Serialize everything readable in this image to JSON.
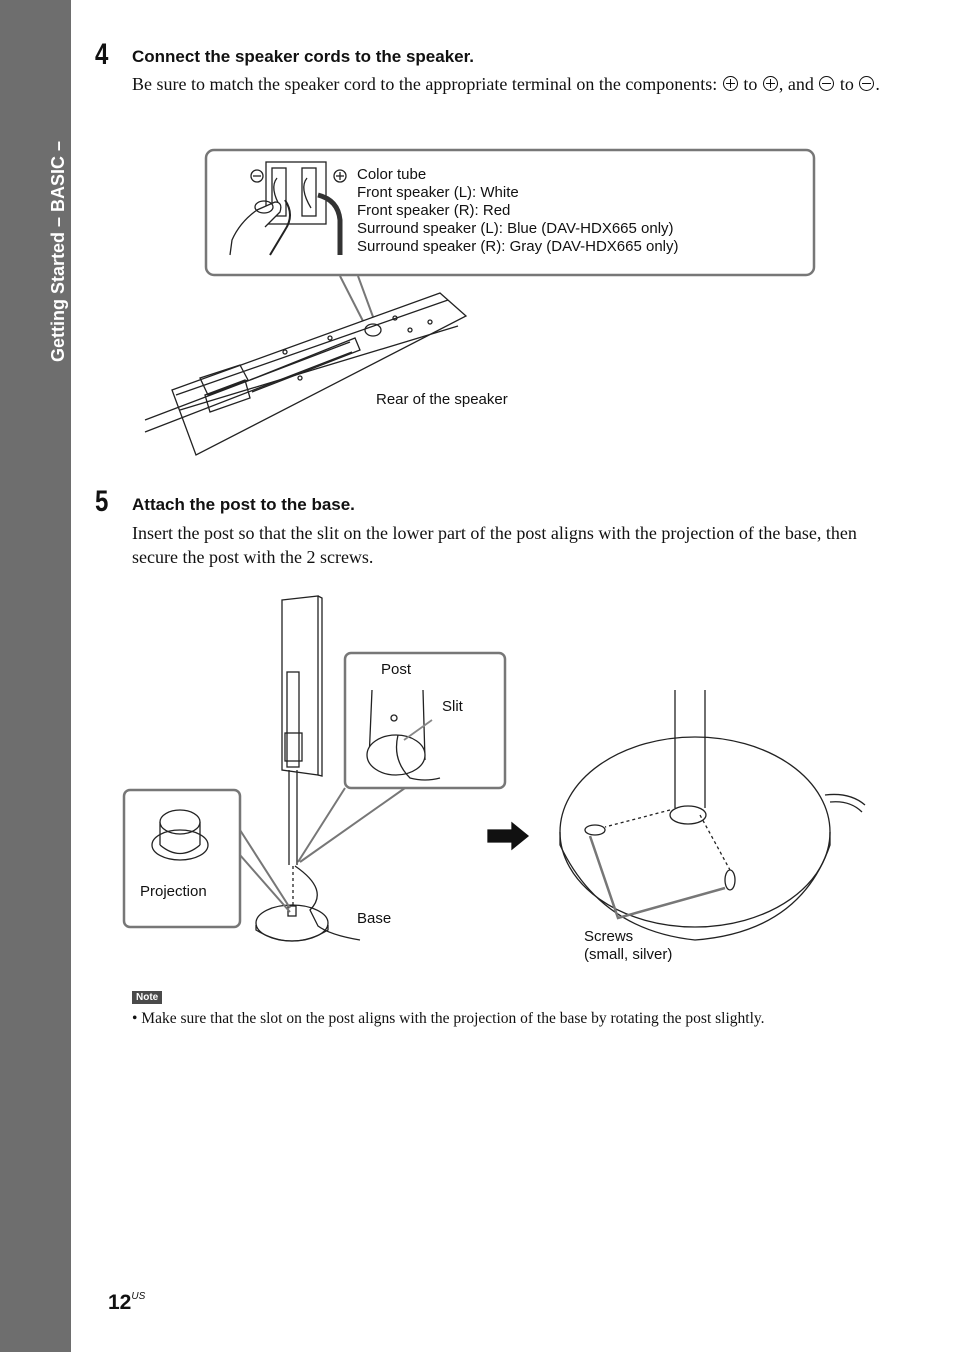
{
  "sidebar": {
    "section_label": "Getting Started – BASIC –"
  },
  "step4": {
    "number": "4",
    "title": "Connect the speaker cords to the speaker.",
    "text_before": "Be sure to match the speaker cord to the appropriate terminal on the components:",
    "text_to1": "to",
    "text_and": ", and",
    "text_to2": "to",
    "text_end": ".",
    "figure": {
      "callout_lines": [
        "Color tube",
        "Front speaker (L): White",
        "Front speaker (R): Red",
        "Surround speaker (L): Blue (DAV-HDX665 only)",
        "Surround speaker (R): Gray (DAV-HDX665 only)"
      ],
      "rear_label": "Rear of the speaker"
    }
  },
  "step5": {
    "number": "5",
    "title": "Attach the post to the base.",
    "text": "Insert the post so that the slit on the lower part of the post aligns with the projection of the base, then secure the post with the 2 screws.",
    "figure": {
      "post_label": "Post",
      "slit_label": "Slit",
      "projection_label": "Projection",
      "base_label": "Base",
      "screws_label_line1": "Screws",
      "screws_label_line2": "(small, silver)"
    }
  },
  "note": {
    "badge": "Note",
    "text": "• Make sure that the slot on the post aligns with the projection of the base by rotating the post slightly."
  },
  "page": {
    "number": "12",
    "suffix": "US"
  }
}
